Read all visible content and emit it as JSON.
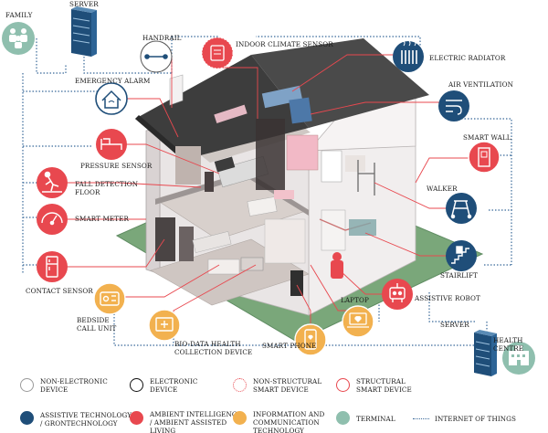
{
  "labels": {
    "family": "FAMILY",
    "server_top": "SERVER",
    "handrail": "HANDRAIL",
    "indoor_climate_sensor": "INDOOR CLIMATE SENSOR",
    "electric_radiator": "ELECTRIC RADIATOR",
    "air_ventilation": "AIR VENTILATION",
    "emergency_alarm": "EMERGENCY ALARM",
    "smart_wall": "SMART WALL",
    "pressure_sensor": "PRESSURE SENSOR",
    "fall_detection_floor": "FALL DETECTION\nFLOOR",
    "walker": "WALKER",
    "smart_meter": "SMART METER",
    "stairlift": "STAIRLIFT",
    "contact_sensor": "CONTACT SENSOR",
    "laptop": "LAPTOP",
    "assistive_robot": "ASSISTIVE ROBOT",
    "bedside_call_unit": "BEDSIDE\nCALL UNIT",
    "bio_data": "BIO-DATA HEALTH\nCOLLECTION DEVICE",
    "smart_phone": "SMART PHONE",
    "server_bottom": "SERVER",
    "health_centre": "HEALTH CENTRE"
  },
  "legend": {
    "non_electronic": "NON-ELECTRONIC\nDEVICE",
    "electronic": "ELECTRONIC\nDEVICE",
    "non_structural": "NON-STRUCTURAL\nSMART DEVICE",
    "structural": "STRUCTURAL\nSMART DEVICE",
    "assistive": "ASSISTIVE TECHNOLOGY\n/ GRONTECHNOLOGY",
    "ambient": "AMBIENT INTELLIGENCE\n/ AMBIENT ASSISTED\nLIVING",
    "ict": "INFORMATION AND\nCOMMUNICATION\nTECHNOLOGY",
    "terminal": "TERMINAL",
    "iot": "INTERNET OF THINGS"
  },
  "colors": {
    "assistive": "#1f4e79",
    "ambient": "#e8484f",
    "ict": "#f2b14f",
    "terminal": "#8fbfae",
    "iot_line": "#3a6a9a",
    "connector": "#e8484f",
    "lawn": "#7aa77a",
    "roof": "#3d3d3d"
  },
  "icons": {
    "family": "people-group-icon",
    "server_top": "server-rack-icon",
    "handrail": "handrail-icon",
    "indoor_climate_sensor": "climate-sensor-icon",
    "electric_radiator": "radiator-icon",
    "air_ventilation": "ventilation-icon",
    "emergency_alarm": "alarm-house-icon",
    "smart_wall": "smart-wall-icon",
    "pressure_sensor": "bed-sensor-icon",
    "fall_detection_floor": "falling-person-icon",
    "walker": "walker-icon",
    "smart_meter": "meter-gauge-icon",
    "stairlift": "stairlift-icon",
    "contact_sensor": "fridge-contact-icon",
    "laptop": "laptop-heart-icon",
    "assistive_robot": "robot-icon",
    "bedside_call_unit": "call-unit-icon",
    "bio_data": "health-monitor-icon",
    "smart_phone": "smartphone-icon",
    "server_bottom": "server-rack-icon",
    "health_centre": "hospital-building-icon"
  }
}
